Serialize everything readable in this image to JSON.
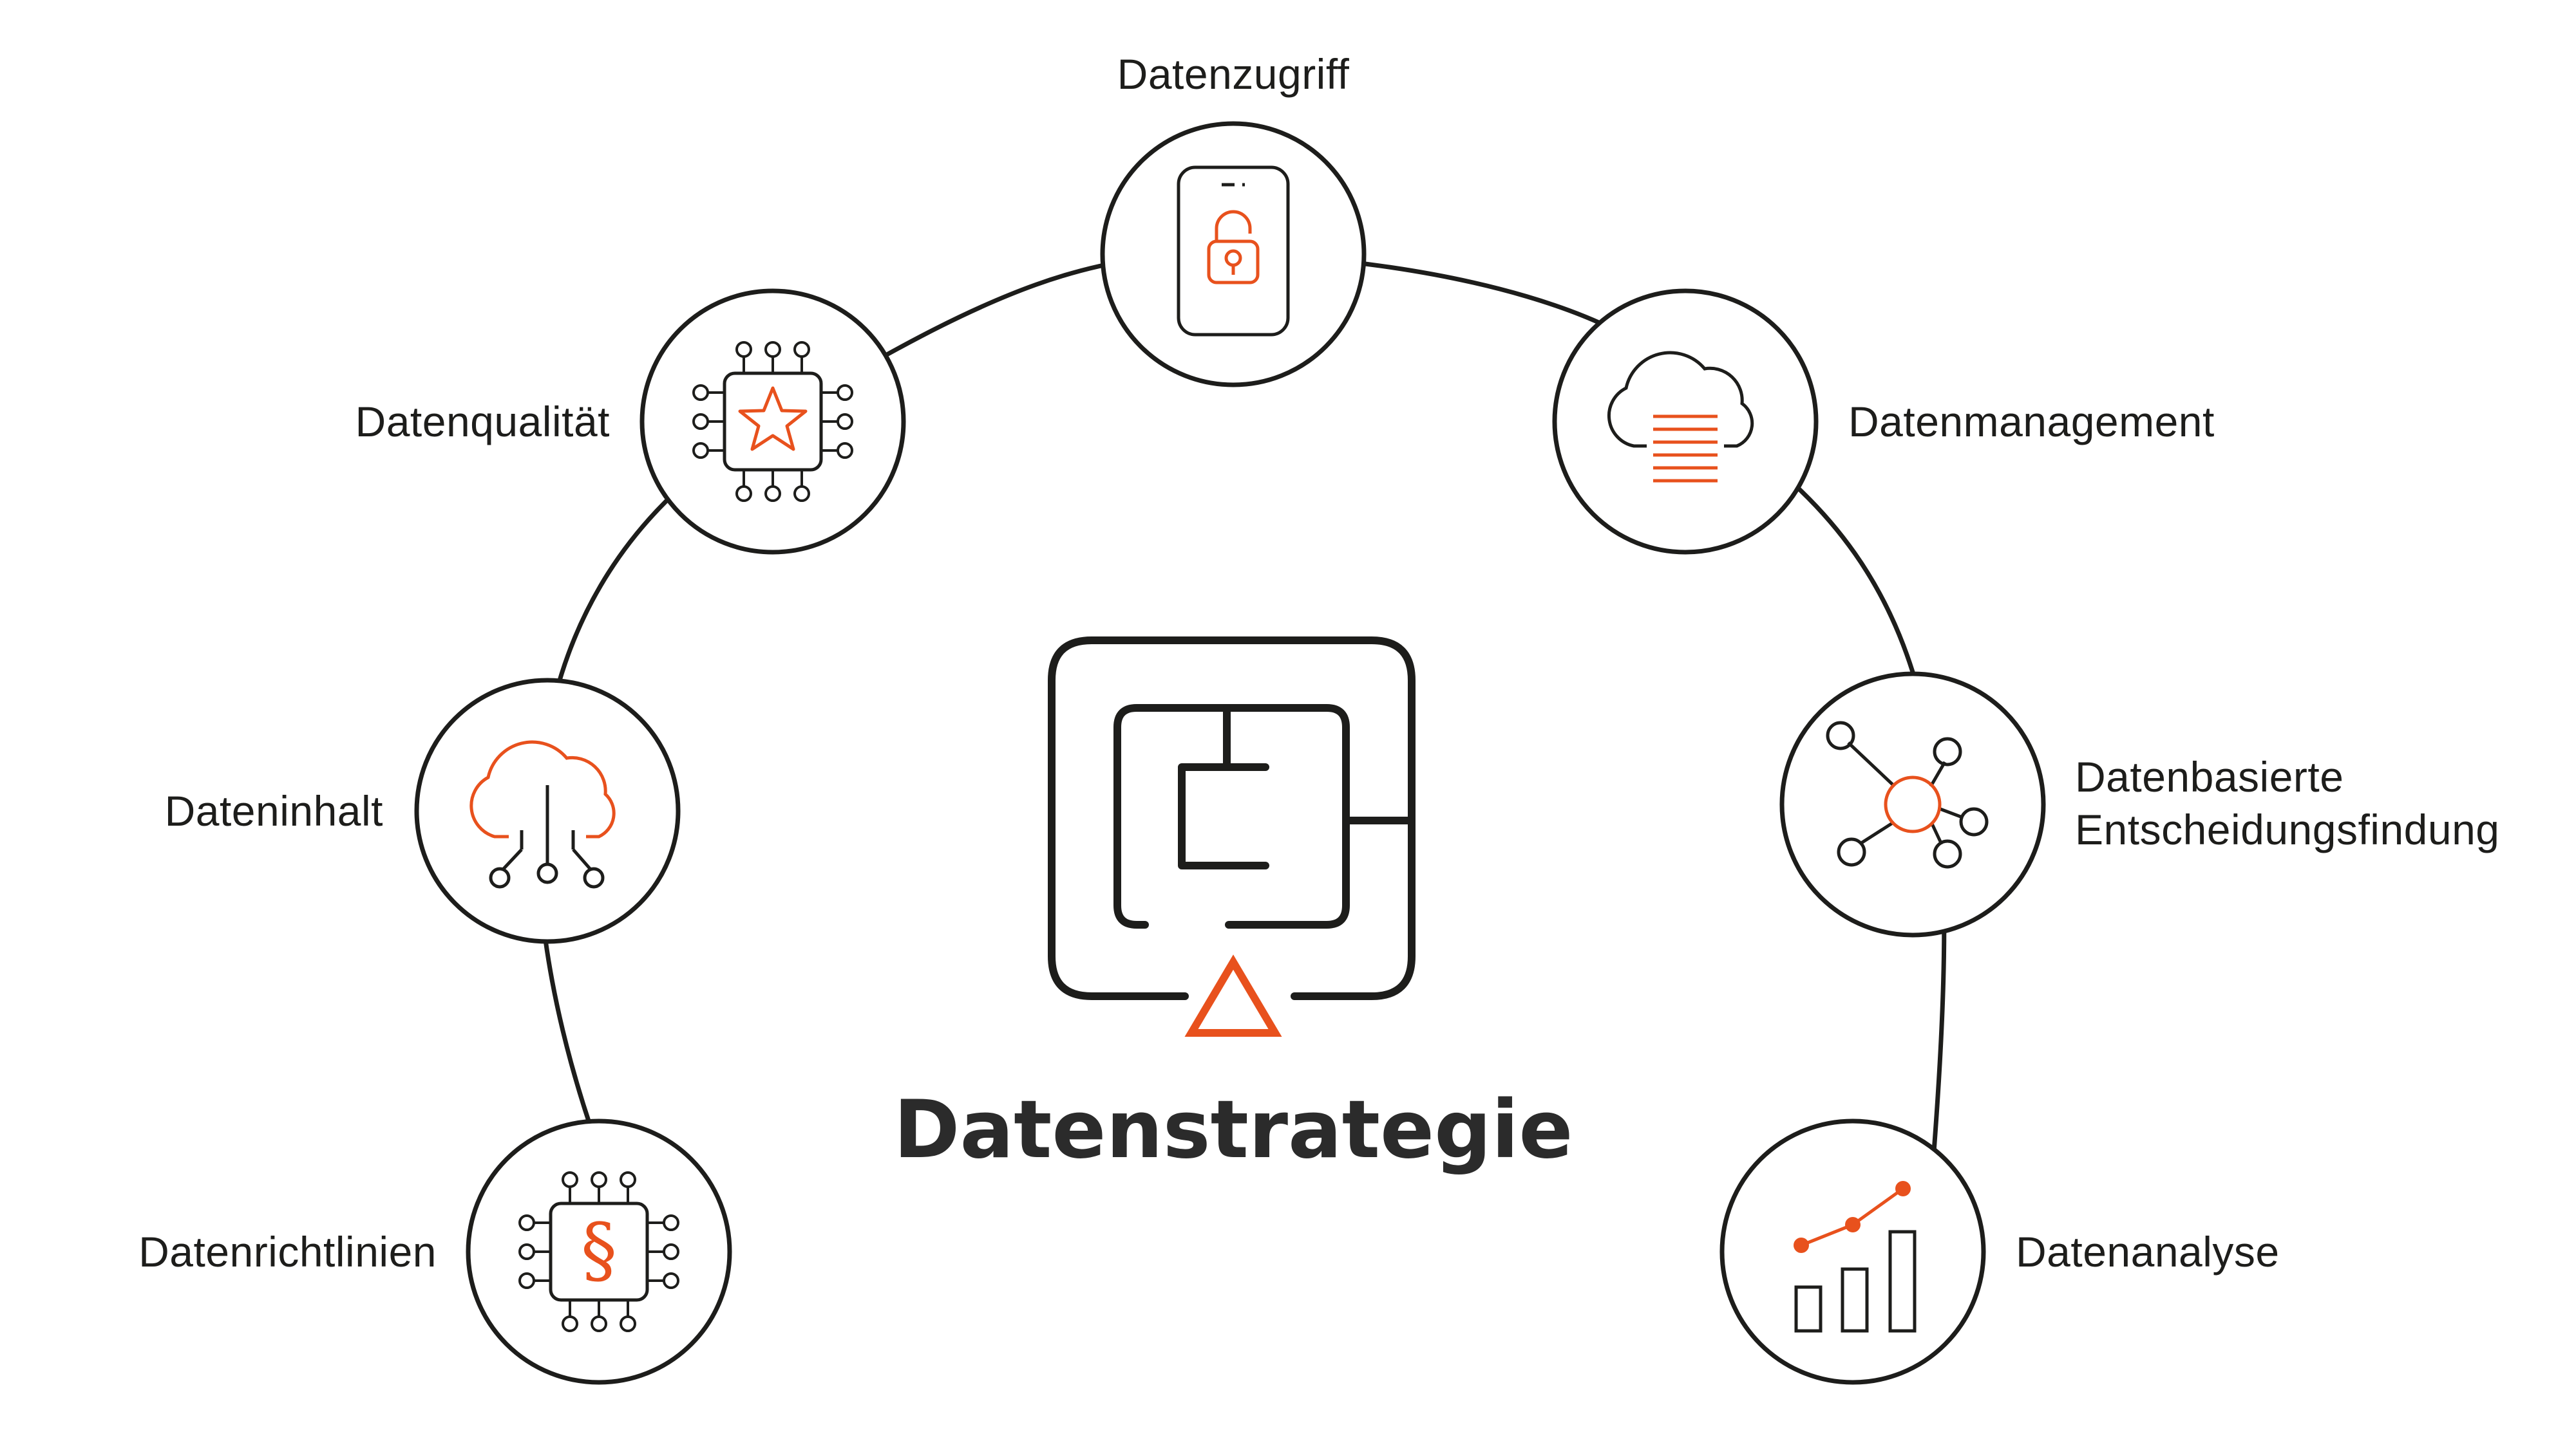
{
  "center": {
    "title": "Datenstrategie",
    "icon": "maze-icon"
  },
  "nodes": [
    {
      "label": "Datenzugriff",
      "icon": "phone-unlock-icon"
    },
    {
      "label": "Datenmanagement",
      "icon": "cloud-storage-icon"
    },
    {
      "label_line1": "Datenbasierte",
      "label_line2": "Entscheidungsfindung",
      "icon": "network-hub-icon"
    },
    {
      "label": "Datenanalyse",
      "icon": "bar-chart-trend-icon"
    },
    {
      "label": "Datenrichtlinien",
      "icon": "chip-paragraph-icon"
    },
    {
      "label": "Dateninhalt",
      "icon": "cloud-connections-icon"
    },
    {
      "label": "Datenqualität",
      "icon": "chip-star-icon"
    }
  ],
  "colors": {
    "line": "#1d1d1b",
    "accent": "#e8511d",
    "text": "#1d1d1b"
  }
}
